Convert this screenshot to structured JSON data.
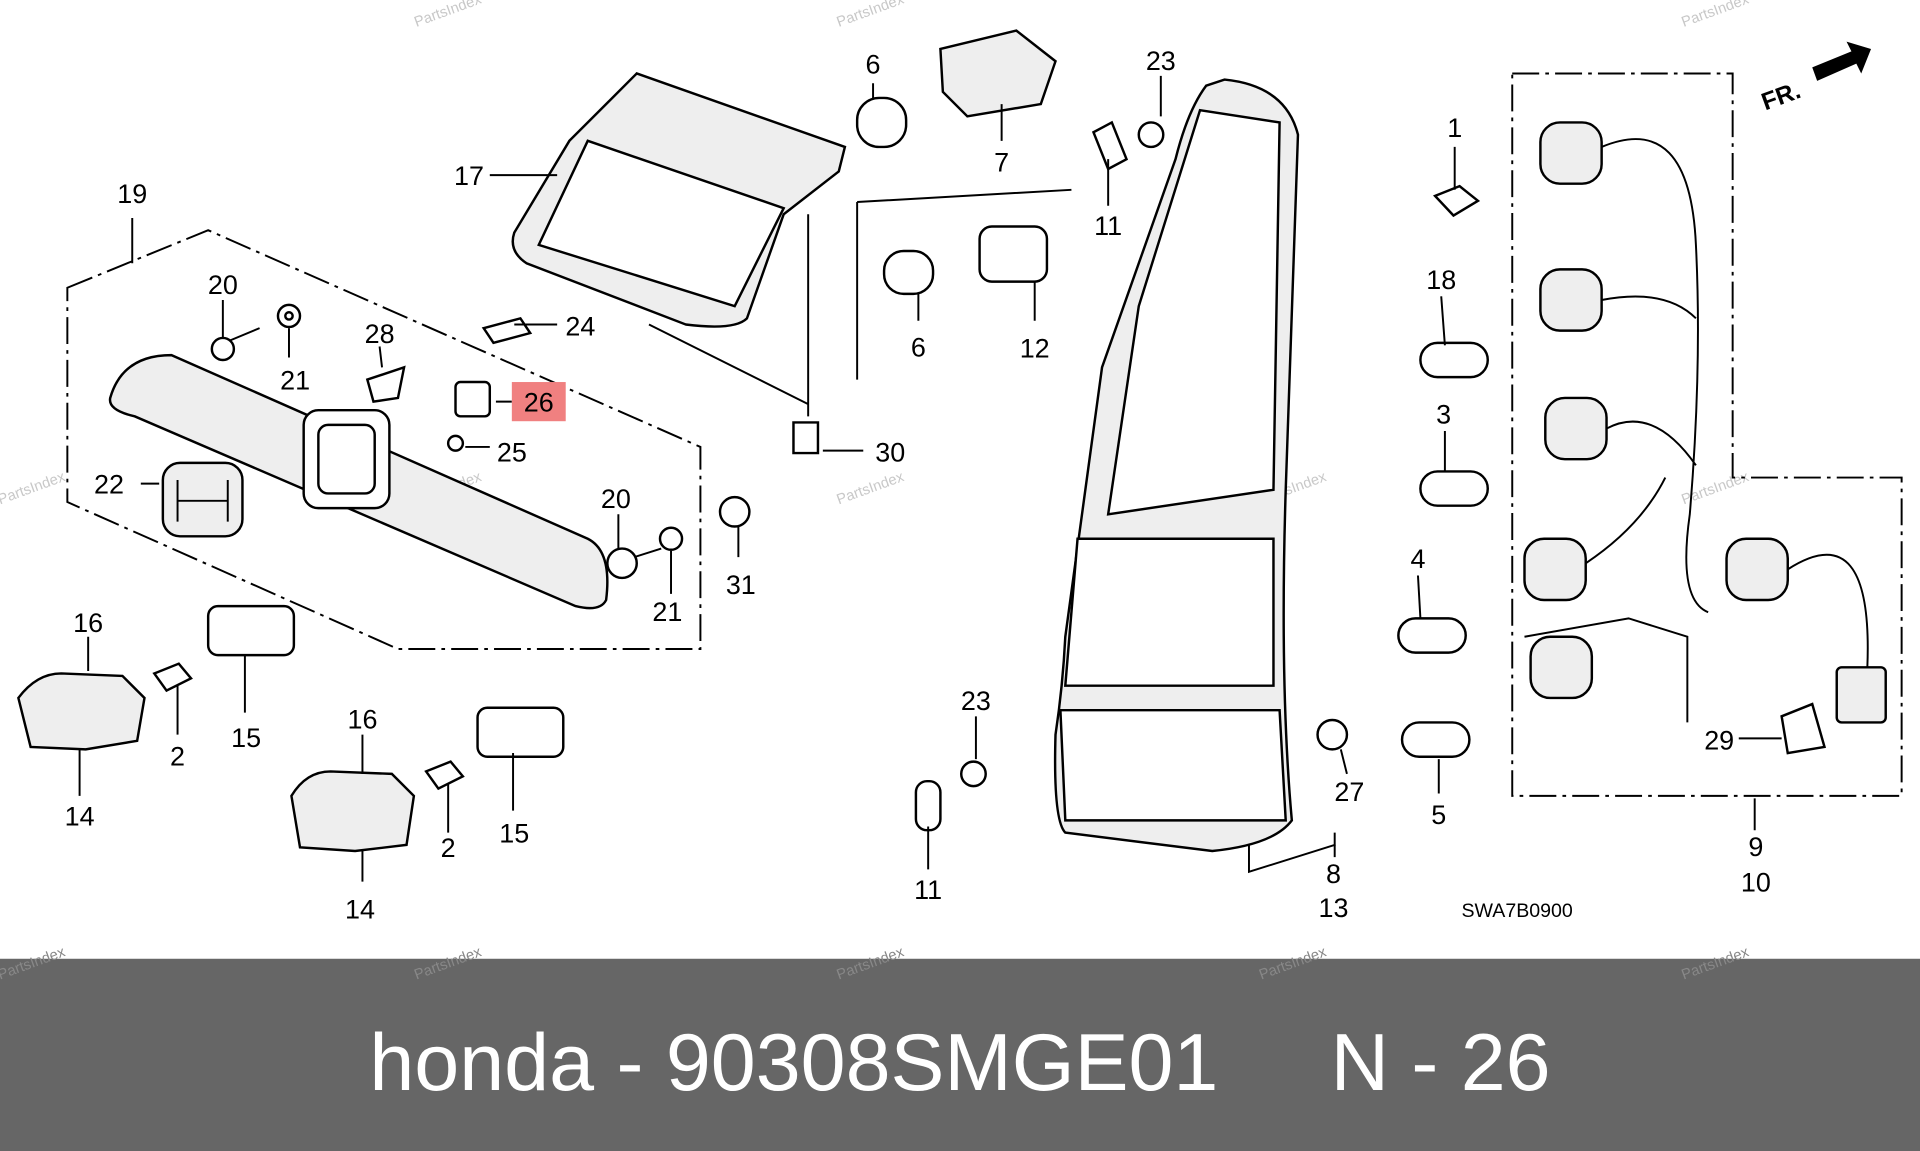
{
  "diagram": {
    "code": "SWA7B0900",
    "direction_label": "FR.",
    "watermark": "PartsIndex",
    "highlight_color": "#f08080",
    "highlighted_callout": "26",
    "callouts": [
      "19",
      "20",
      "21",
      "28",
      "24",
      "26",
      "25",
      "22",
      "20",
      "21",
      "31",
      "17",
      "30",
      "6",
      "7",
      "6",
      "12",
      "23",
      "11",
      "1",
      "18",
      "3",
      "4",
      "5",
      "27",
      "23",
      "11",
      "8",
      "13",
      "16",
      "2",
      "15",
      "14",
      "16",
      "2",
      "15",
      "14",
      "29",
      "9",
      "10"
    ]
  },
  "footer": {
    "caption": "honda - 90308SMGE01     N - 26",
    "background": "#666666"
  }
}
